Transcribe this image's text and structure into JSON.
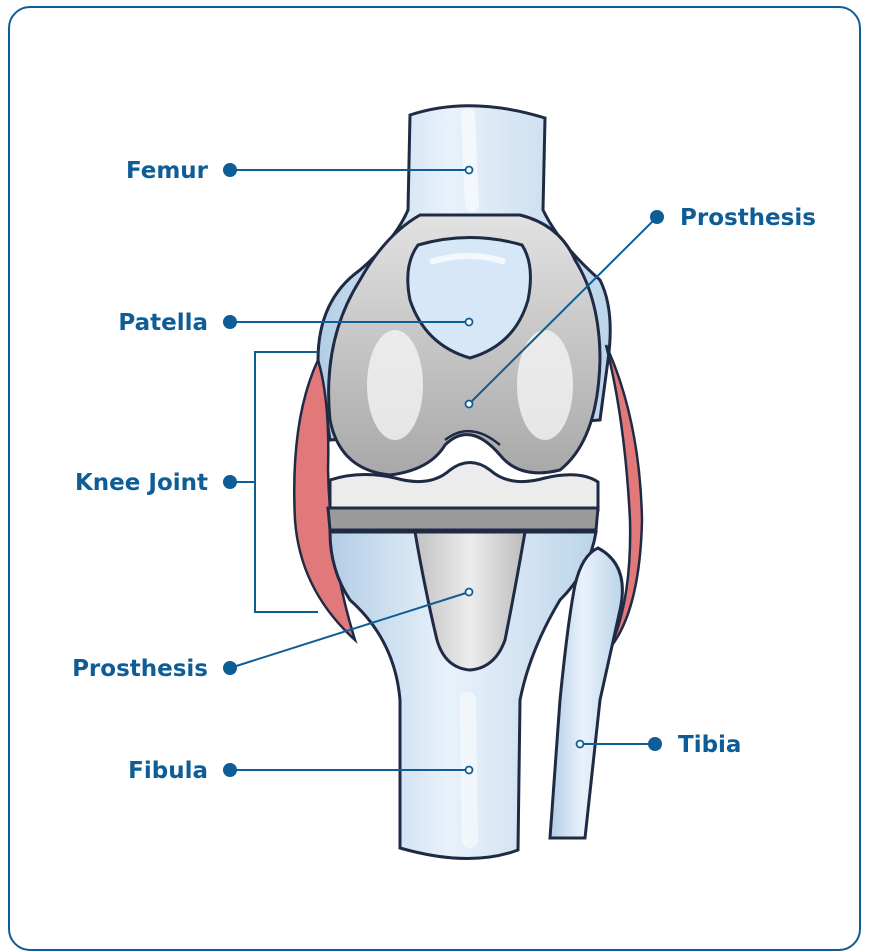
{
  "labels": {
    "femur": "Femur",
    "patella": "Patella",
    "knee_joint": "Knee Joint",
    "prosthesis_lower": "Prosthesis",
    "fibula": "Fibula",
    "prosthesis_upper": "Prosthesis",
    "tibia": "Tibia"
  },
  "colors": {
    "accent": "#0e5d96",
    "bone": "#d2e4f3",
    "bone_light": "#e9f2fb",
    "bone_shade": "#b3cde6",
    "implant": "#c9c9c9",
    "implant_dark": "#8e8e8e",
    "ligament": "#e1797a",
    "outline": "#1f2a44"
  }
}
